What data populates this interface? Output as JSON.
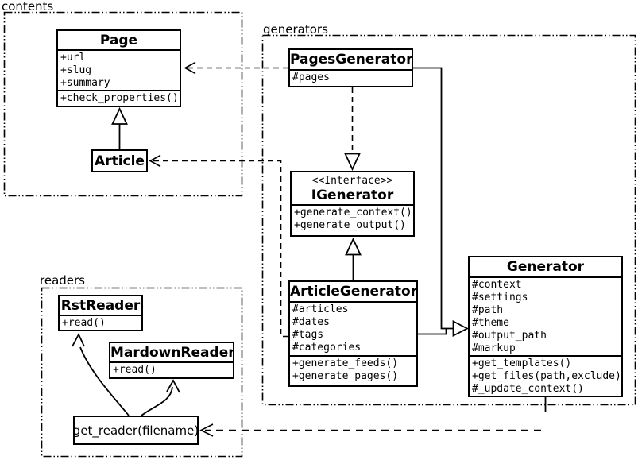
{
  "packages": {
    "contents": {
      "label": "contents"
    },
    "generators": {
      "label": "generators"
    },
    "readers": {
      "label": "readers"
    }
  },
  "classes": {
    "page": {
      "title": "Page",
      "attrs": [
        "+url",
        "+slug",
        "+summary"
      ],
      "methods": [
        "+check_properties()"
      ]
    },
    "article": {
      "title": "Article"
    },
    "pages_generator": {
      "title": "PagesGenerator",
      "attrs": [
        "#pages"
      ]
    },
    "igenerator": {
      "stereotype": "<<Interface>>",
      "title": "IGenerator",
      "methods": [
        "+generate_context()",
        "+generate_output()"
      ]
    },
    "article_generator": {
      "title": "ArticleGenerator",
      "attrs": [
        "#articles",
        "#dates",
        "#tags",
        "#categories"
      ],
      "methods": [
        "+generate_feeds()",
        "+generate_pages()"
      ]
    },
    "generator": {
      "title": "Generator",
      "attrs": [
        "#context",
        "#settings",
        "#path",
        "#theme",
        "#output_path",
        "#markup"
      ],
      "methods": [
        "+get_templates()",
        "+get_files(path,exclude)",
        "#_update_context()"
      ]
    },
    "rst_reader": {
      "title": "RstReader",
      "methods": [
        "+read()"
      ]
    },
    "markdown_reader": {
      "title": "MardownReader",
      "methods": [
        "+read()"
      ]
    },
    "get_reader": {
      "label": "get_reader(filename)"
    }
  },
  "colors": {
    "line": "#000000",
    "background": "#ffffff"
  }
}
